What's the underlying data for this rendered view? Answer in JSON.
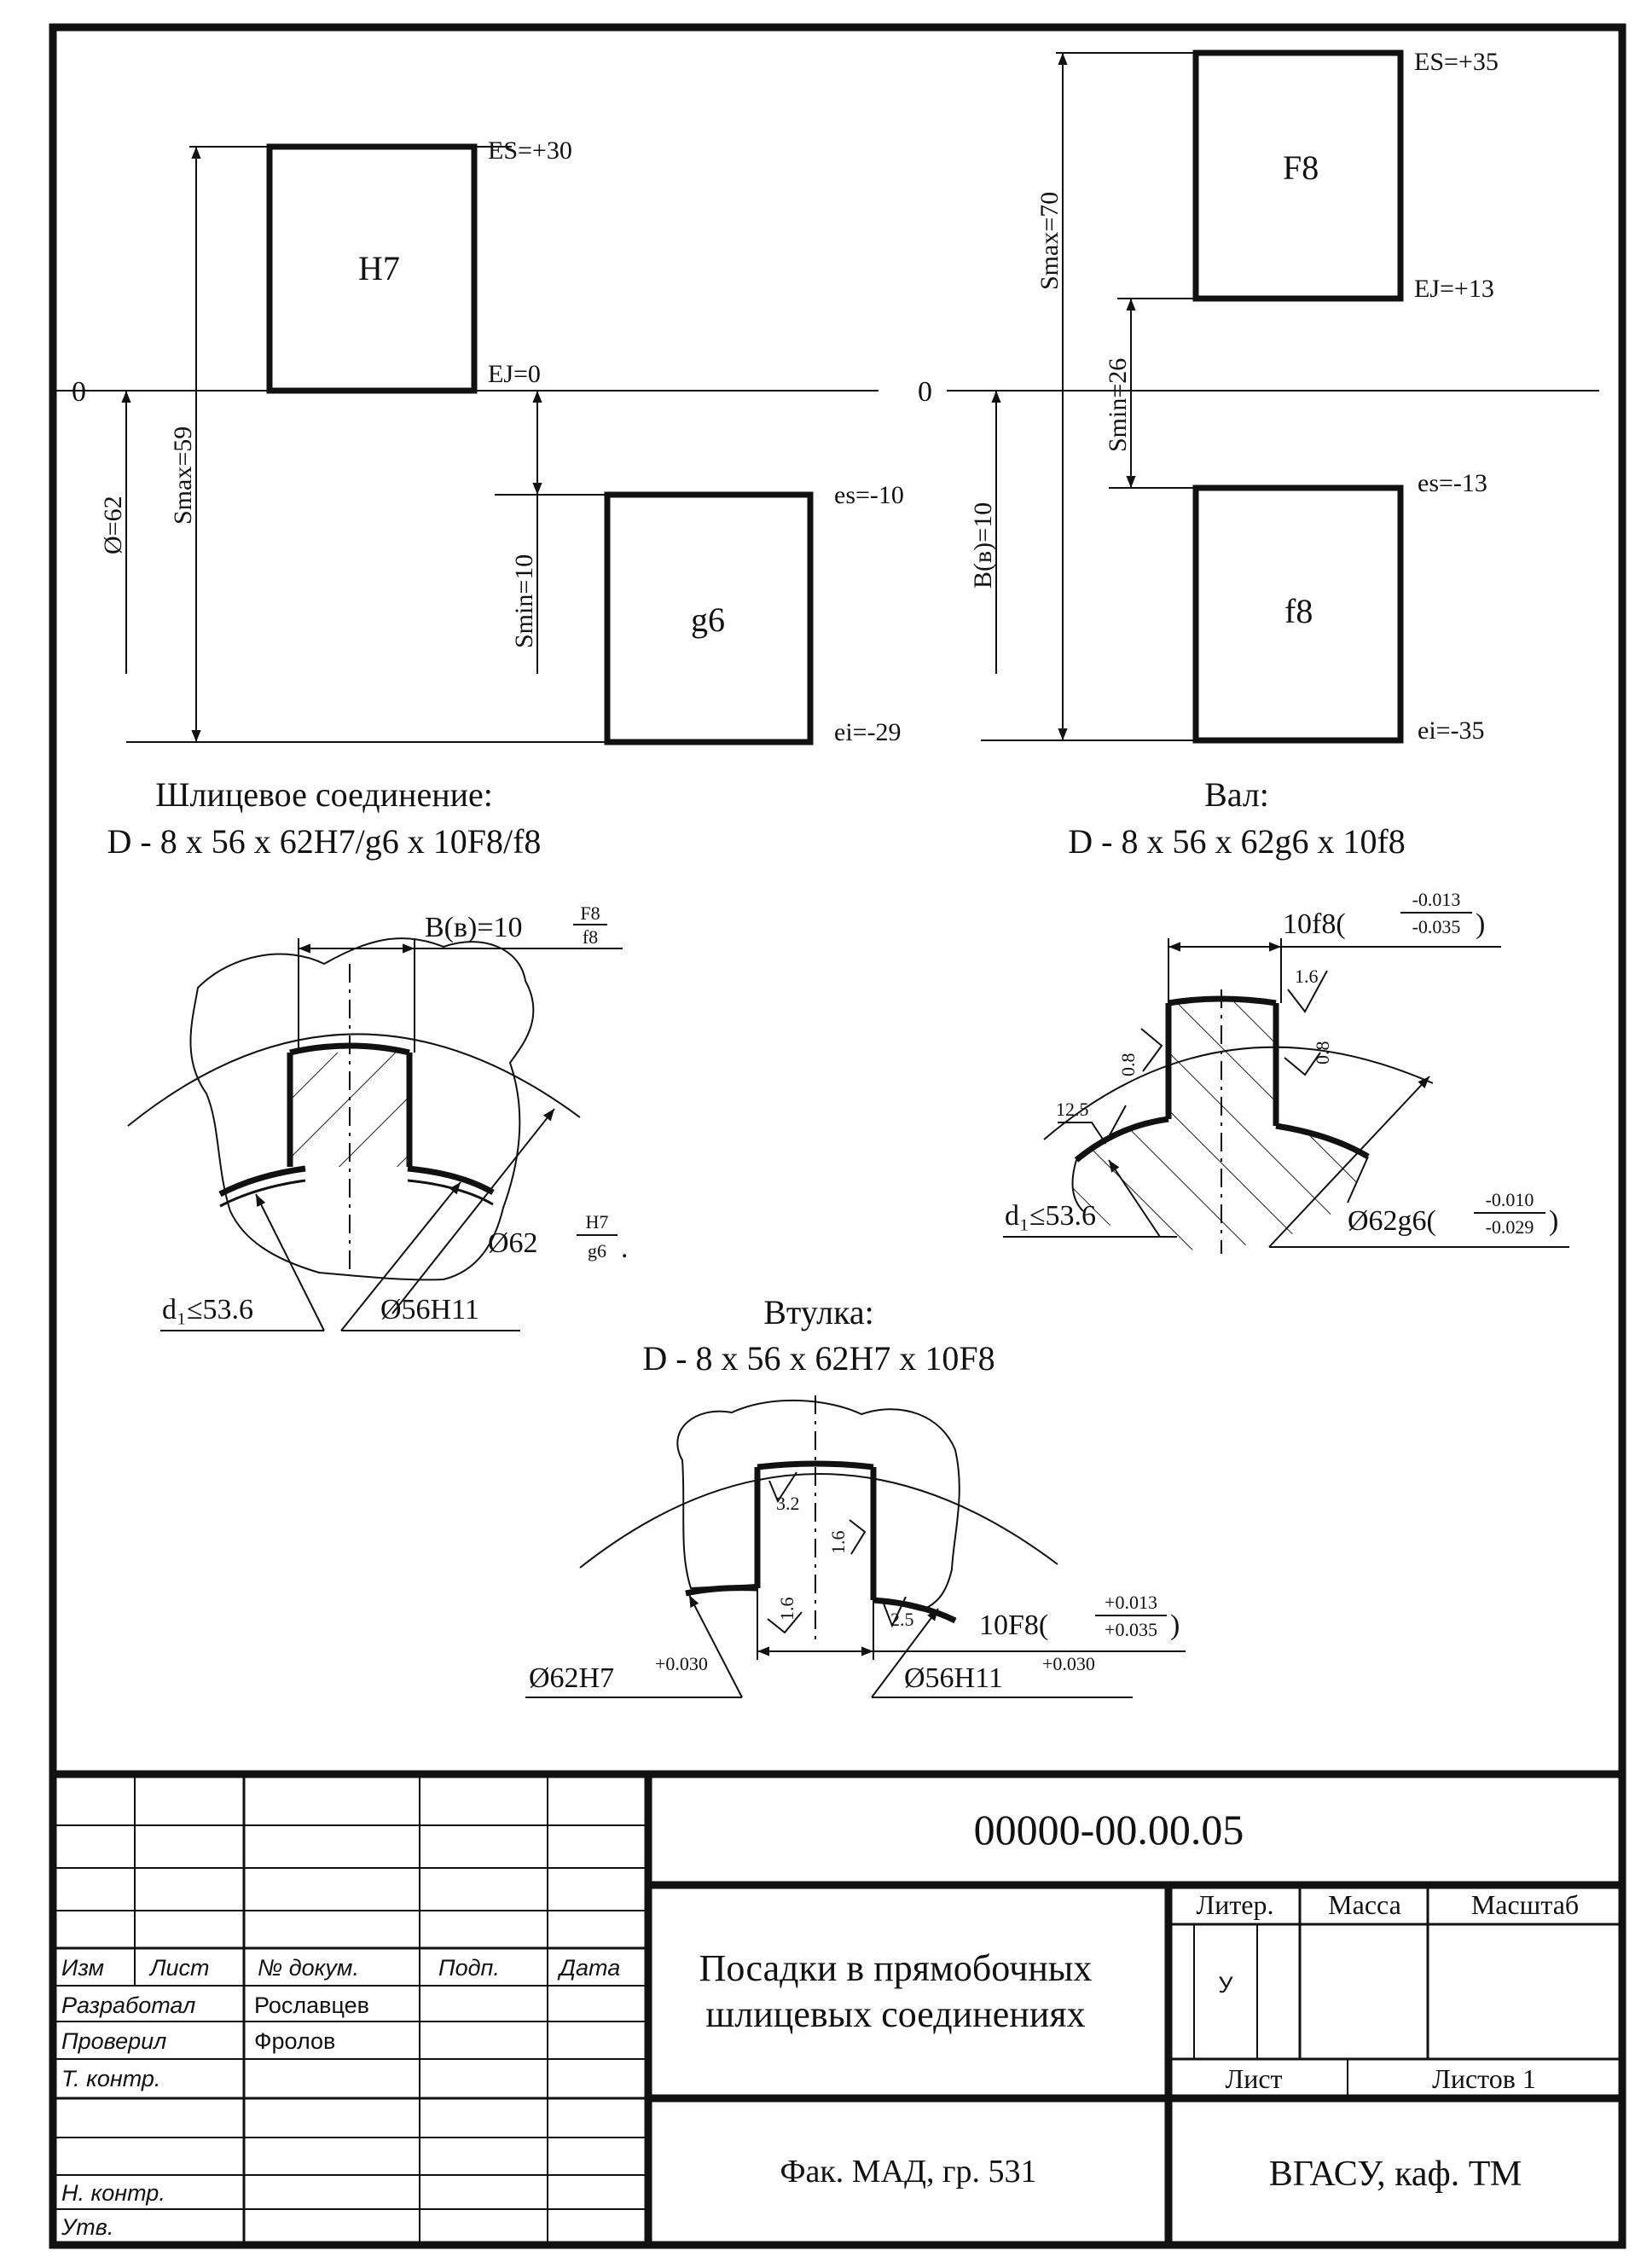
{
  "hub_fit_diagram": {
    "zero": "0",
    "diameter": "Ø=62",
    "smax": "Smax=59",
    "smin": "Smin=10",
    "hole": {
      "name": "H7",
      "ES": "ES=+30",
      "EI": "EJ=0"
    },
    "shaft": {
      "name": "g6",
      "es": "es=-10",
      "ei": "ei=-29"
    }
  },
  "width_fit_diagram": {
    "zero": "0",
    "width": "B(в)=10",
    "smax": "Smax=70",
    "smin": "Smin=26",
    "hole": {
      "name": "F8",
      "ES": "ES=+35",
      "EI": "EJ=+13"
    },
    "shaft": {
      "name": "f8",
      "es": "es=-13",
      "ei": "ei=-35"
    }
  },
  "spline_joint": {
    "title": "Шлицевое соединение:",
    "designation": "D - 8 x 56 x 62H7/g6 x 10F8/f8",
    "width_fit_prefix": "B(в)=10",
    "width_fit_num": "F8",
    "width_fit_den": "f8",
    "outer_prefix": "Ø62",
    "outer_num": "H7",
    "outer_den": "g6",
    "outer_dot": ".",
    "inner": "Ø56H11",
    "minor": "d₁≤53.6"
  },
  "shaft_view": {
    "title": "Вал:",
    "designation": "D - 8 x 56 x 62g6 x 10f8",
    "width_prefix": "10f8(",
    "width_upper": "-0.013",
    "width_lower": "-0.035",
    "close_paren": ")",
    "outer_prefix": "Ø62g6(",
    "outer_upper": "-0.010",
    "outer_lower": "-0.029",
    "minor": "d₁≤53.6",
    "roughness": [
      "1.6",
      "0.8",
      "0.8",
      "12.5"
    ]
  },
  "hub_view": {
    "title": "Втулка:",
    "designation": "D - 8 x 56 x 62H7 x 10F8",
    "width_prefix": "10F8(",
    "width_upper": "+0.013",
    "width_lower": "+0.035",
    "close_paren": ")",
    "outer": "Ø62H7",
    "outer_dev": "+0.030",
    "inner": "Ø56H11",
    "inner_dev": "+0.030",
    "roughness": [
      "3.2",
      "1.6",
      "1.6",
      "2.5"
    ]
  },
  "title_block": {
    "doc_number": "00000-00.00.05",
    "title_line1": "Посадки в прямобочных",
    "title_line2": "шлицевых соединениях",
    "headers": [
      "Изм",
      "Лист",
      "№ докум.",
      "Подп.",
      "Дата"
    ],
    "roles": [
      "Разработал",
      "Проверил",
      "Т. контр.",
      "Н. контр.",
      "Утв."
    ],
    "developer": "Рославцев",
    "checker": "Фролов",
    "liter_label": "Литер.",
    "mass_label": "Масса",
    "scale_label": "Масштаб",
    "liter_value": "У",
    "sheet_label": "Лист",
    "sheets_label": "Листов 1",
    "faculty": "Фак. МАД, гр. 531",
    "organization": "ВГАСУ, каф. ТМ"
  }
}
